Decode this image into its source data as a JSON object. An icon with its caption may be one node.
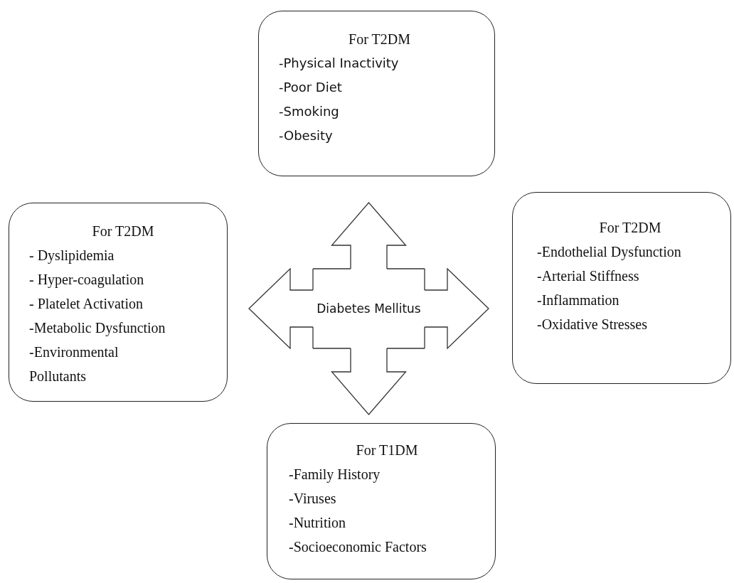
{
  "diagram": {
    "nodes": [
      {
        "text": [
          "For T2DM",
          "-Physical Inactivity",
          "-Poor Diet",
          "-Smoking",
          "-Obesity"
        ]
      },
      {
        "text": [
          "For T2DM",
          "- Dyslipidemia",
          "- Hyper-coagulation",
          "- Platelet Activation",
          "-Metabolic Dysfunction",
          "-Environmental Pollutants"
        ]
      },
      {
        "text": [
          "Diabetes Mellitus"
        ]
      },
      {
        "text": [
          "For T2DM",
          "-Endothelial Dysfunction",
          "-Arterial Stiffness",
          "-Inflammation",
          "-Oxidative Stresses"
        ]
      },
      {
        "text": [
          "For T1DM",
          "-Family History",
          "-Viruses",
          "-Nutrition",
          "-Socioeconomic Factors"
        ]
      }
    ],
    "edges": [
      {
        "from": 2,
        "to": 0,
        "arrow": "to"
      },
      {
        "from": 2,
        "to": 1,
        "arrow": "to"
      },
      {
        "from": 2,
        "to": 3,
        "arrow": "to"
      },
      {
        "from": 2,
        "to": 4,
        "arrow": "to"
      }
    ]
  }
}
